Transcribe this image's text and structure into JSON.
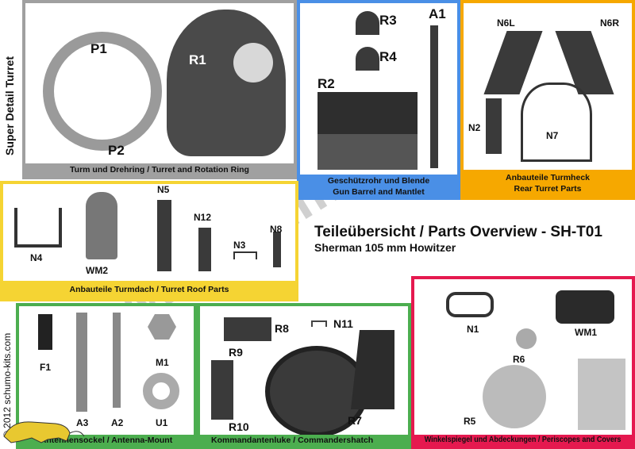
{
  "side_title": "Super Detail Turret",
  "copyright": "© 2012 schumo-kits.com",
  "watermark": "www.schumo-kits.com",
  "title": "Teileübersicht / Parts Overview - SH-T01",
  "subtitle": "Sherman 105 mm Howitzer",
  "colors": {
    "turret": "#a0a0a0",
    "gun": "#4a8fe6",
    "rear": "#f6a800",
    "roof": "#f5d433",
    "antenna": "#4cae4f",
    "hatch": "#4cae4f",
    "periscope": "#e5194f"
  },
  "panels": {
    "turret": {
      "caption": "Turm und Drehring / Turret and Rotation Ring",
      "parts": [
        "P1",
        "R1",
        "P2"
      ]
    },
    "gun": {
      "caption1": "Geschützrohr und Blende",
      "caption2": "Gun Barrel and Mantlet",
      "parts": [
        "R3",
        "A1",
        "R4",
        "R2"
      ]
    },
    "rear": {
      "caption1": "Anbauteile Turmheck",
      "caption2": "Rear Turret Parts",
      "parts": [
        "N6L",
        "N6R",
        "N2",
        "N7"
      ]
    },
    "roof": {
      "caption": "Anbauteile Turmdach / Turret Roof Parts",
      "parts": [
        "N4",
        "WM2",
        "N5",
        "N12",
        "N8",
        "N3"
      ]
    },
    "antenna": {
      "caption": "Antennensockel / Antenna-Mount",
      "parts": [
        "F1",
        "A3",
        "A2",
        "M1",
        "U1"
      ]
    },
    "hatch": {
      "caption": "Kommandantenluke / Commandershatch",
      "parts": [
        "R8",
        "N11",
        "R9",
        "R10",
        "R7"
      ]
    },
    "periscope": {
      "caption": "Winkelspiegel und Abdeckungen / Periscopes and Covers",
      "parts": [
        "N1",
        "WM1",
        "R6",
        "R5"
      ]
    }
  }
}
